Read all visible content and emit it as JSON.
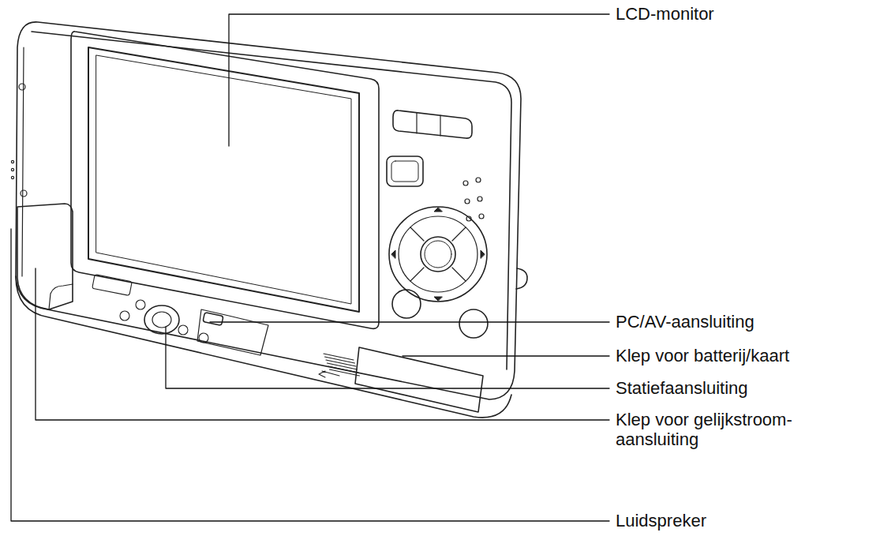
{
  "diagram": {
    "labels": [
      "LCD-monitor",
      "PC/AV-aansluiting",
      "Klep voor batterij/kaart",
      "Statiefaansluiting",
      "Klep voor gelijkstroom- aansluiting",
      "Luidspreker"
    ]
  }
}
